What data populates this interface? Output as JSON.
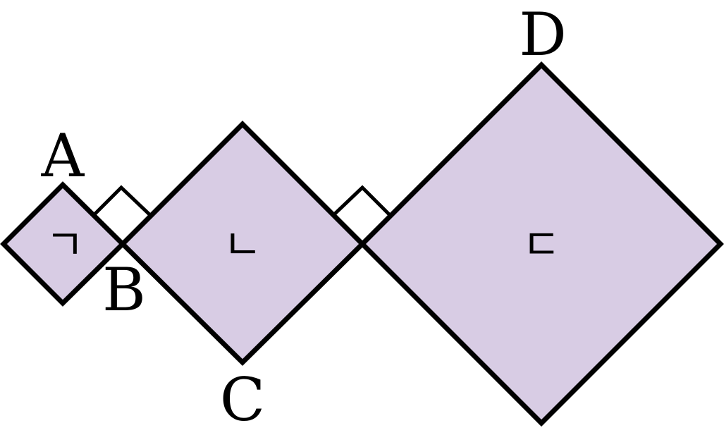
{
  "colors": {
    "fill": "#d8cce4",
    "stroke": "#000000",
    "background": "#ffffff"
  },
  "points": {
    "A": "A",
    "B": "B",
    "C": "C",
    "D": "D"
  },
  "squares": {
    "small": "ㄱ",
    "medium": "ㄴ",
    "large": "ㄷ"
  }
}
